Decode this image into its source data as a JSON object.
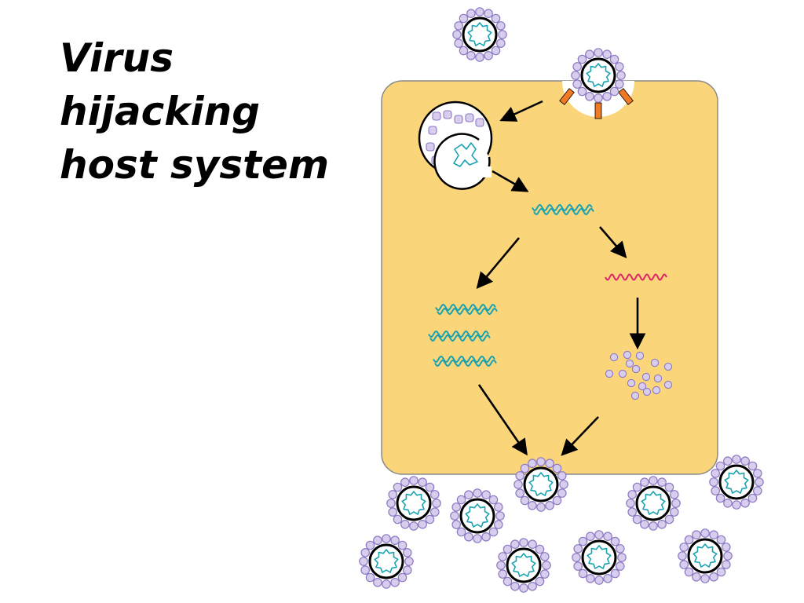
{
  "slide": {
    "title_lines": [
      "Virus",
      "hijacking",
      "host system"
    ]
  },
  "colors": {
    "cell_fill": "#fbd57a",
    "cell_stroke": "#8a8a8a",
    "capsid_stroke": "#000000",
    "viral_genome": "#19a3b1",
    "viral_mrna": "#e0246b",
    "capsomere_fill": "#d9cdee",
    "capsomere_stroke": "#8b79c4",
    "receptor": "#f07a21",
    "arrow": "#000000"
  }
}
